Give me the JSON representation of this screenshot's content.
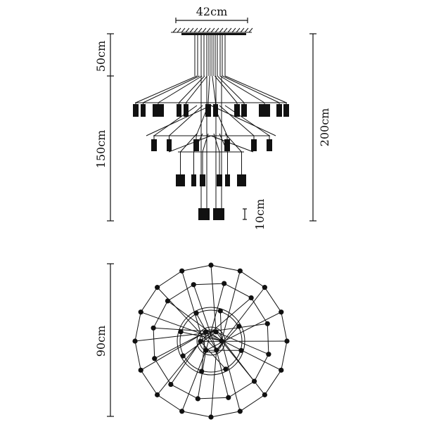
{
  "title": "Chandelier dimension drawing",
  "dimensions": {
    "canopy_width": "42cm",
    "upper_drop": "50cm",
    "lamp_drop": "150cm",
    "total_height": "200cm",
    "lamp_height": "10cm",
    "diameter": "90cm"
  },
  "colors": {
    "line": "#111111",
    "hatch": "#999999",
    "background": "#ffffff"
  }
}
